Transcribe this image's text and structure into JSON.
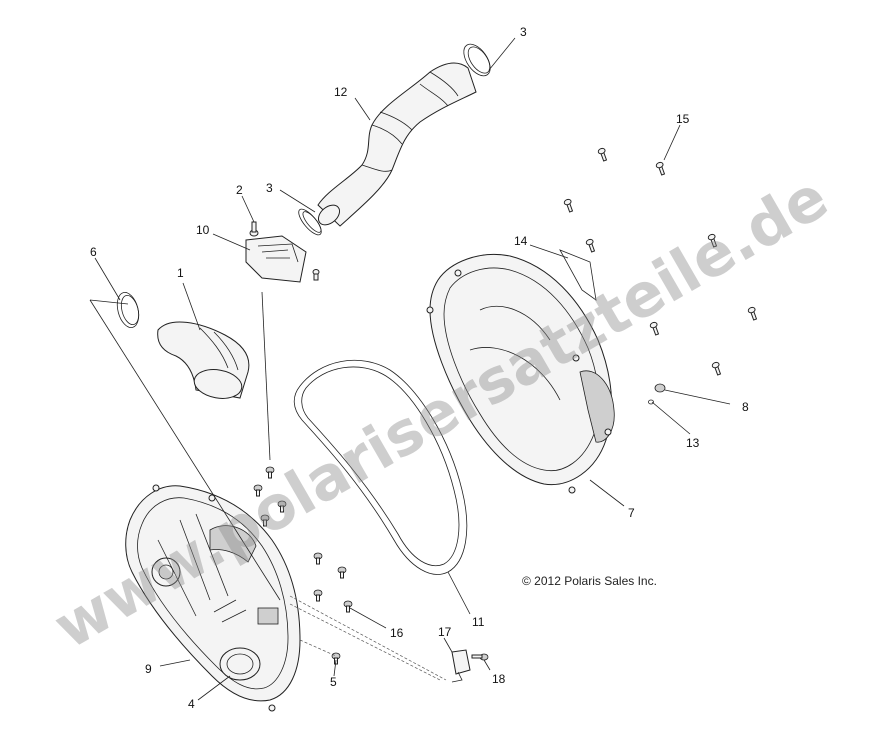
{
  "callouts": {
    "c1": "1",
    "c2": "2",
    "c3a": "3",
    "c3b": "3",
    "c4": "4",
    "c5": "5",
    "c6": "6",
    "c7": "7",
    "c8": "8",
    "c9": "9",
    "c10": "10",
    "c11": "11",
    "c12": "12",
    "c13": "13",
    "c14": "14",
    "c15": "15",
    "c16": "16",
    "c17": "17",
    "c18": "18"
  },
  "copyright": "© 2012 Polaris Sales Inc.",
  "watermark": "www.polarisersatzteile.de"
}
